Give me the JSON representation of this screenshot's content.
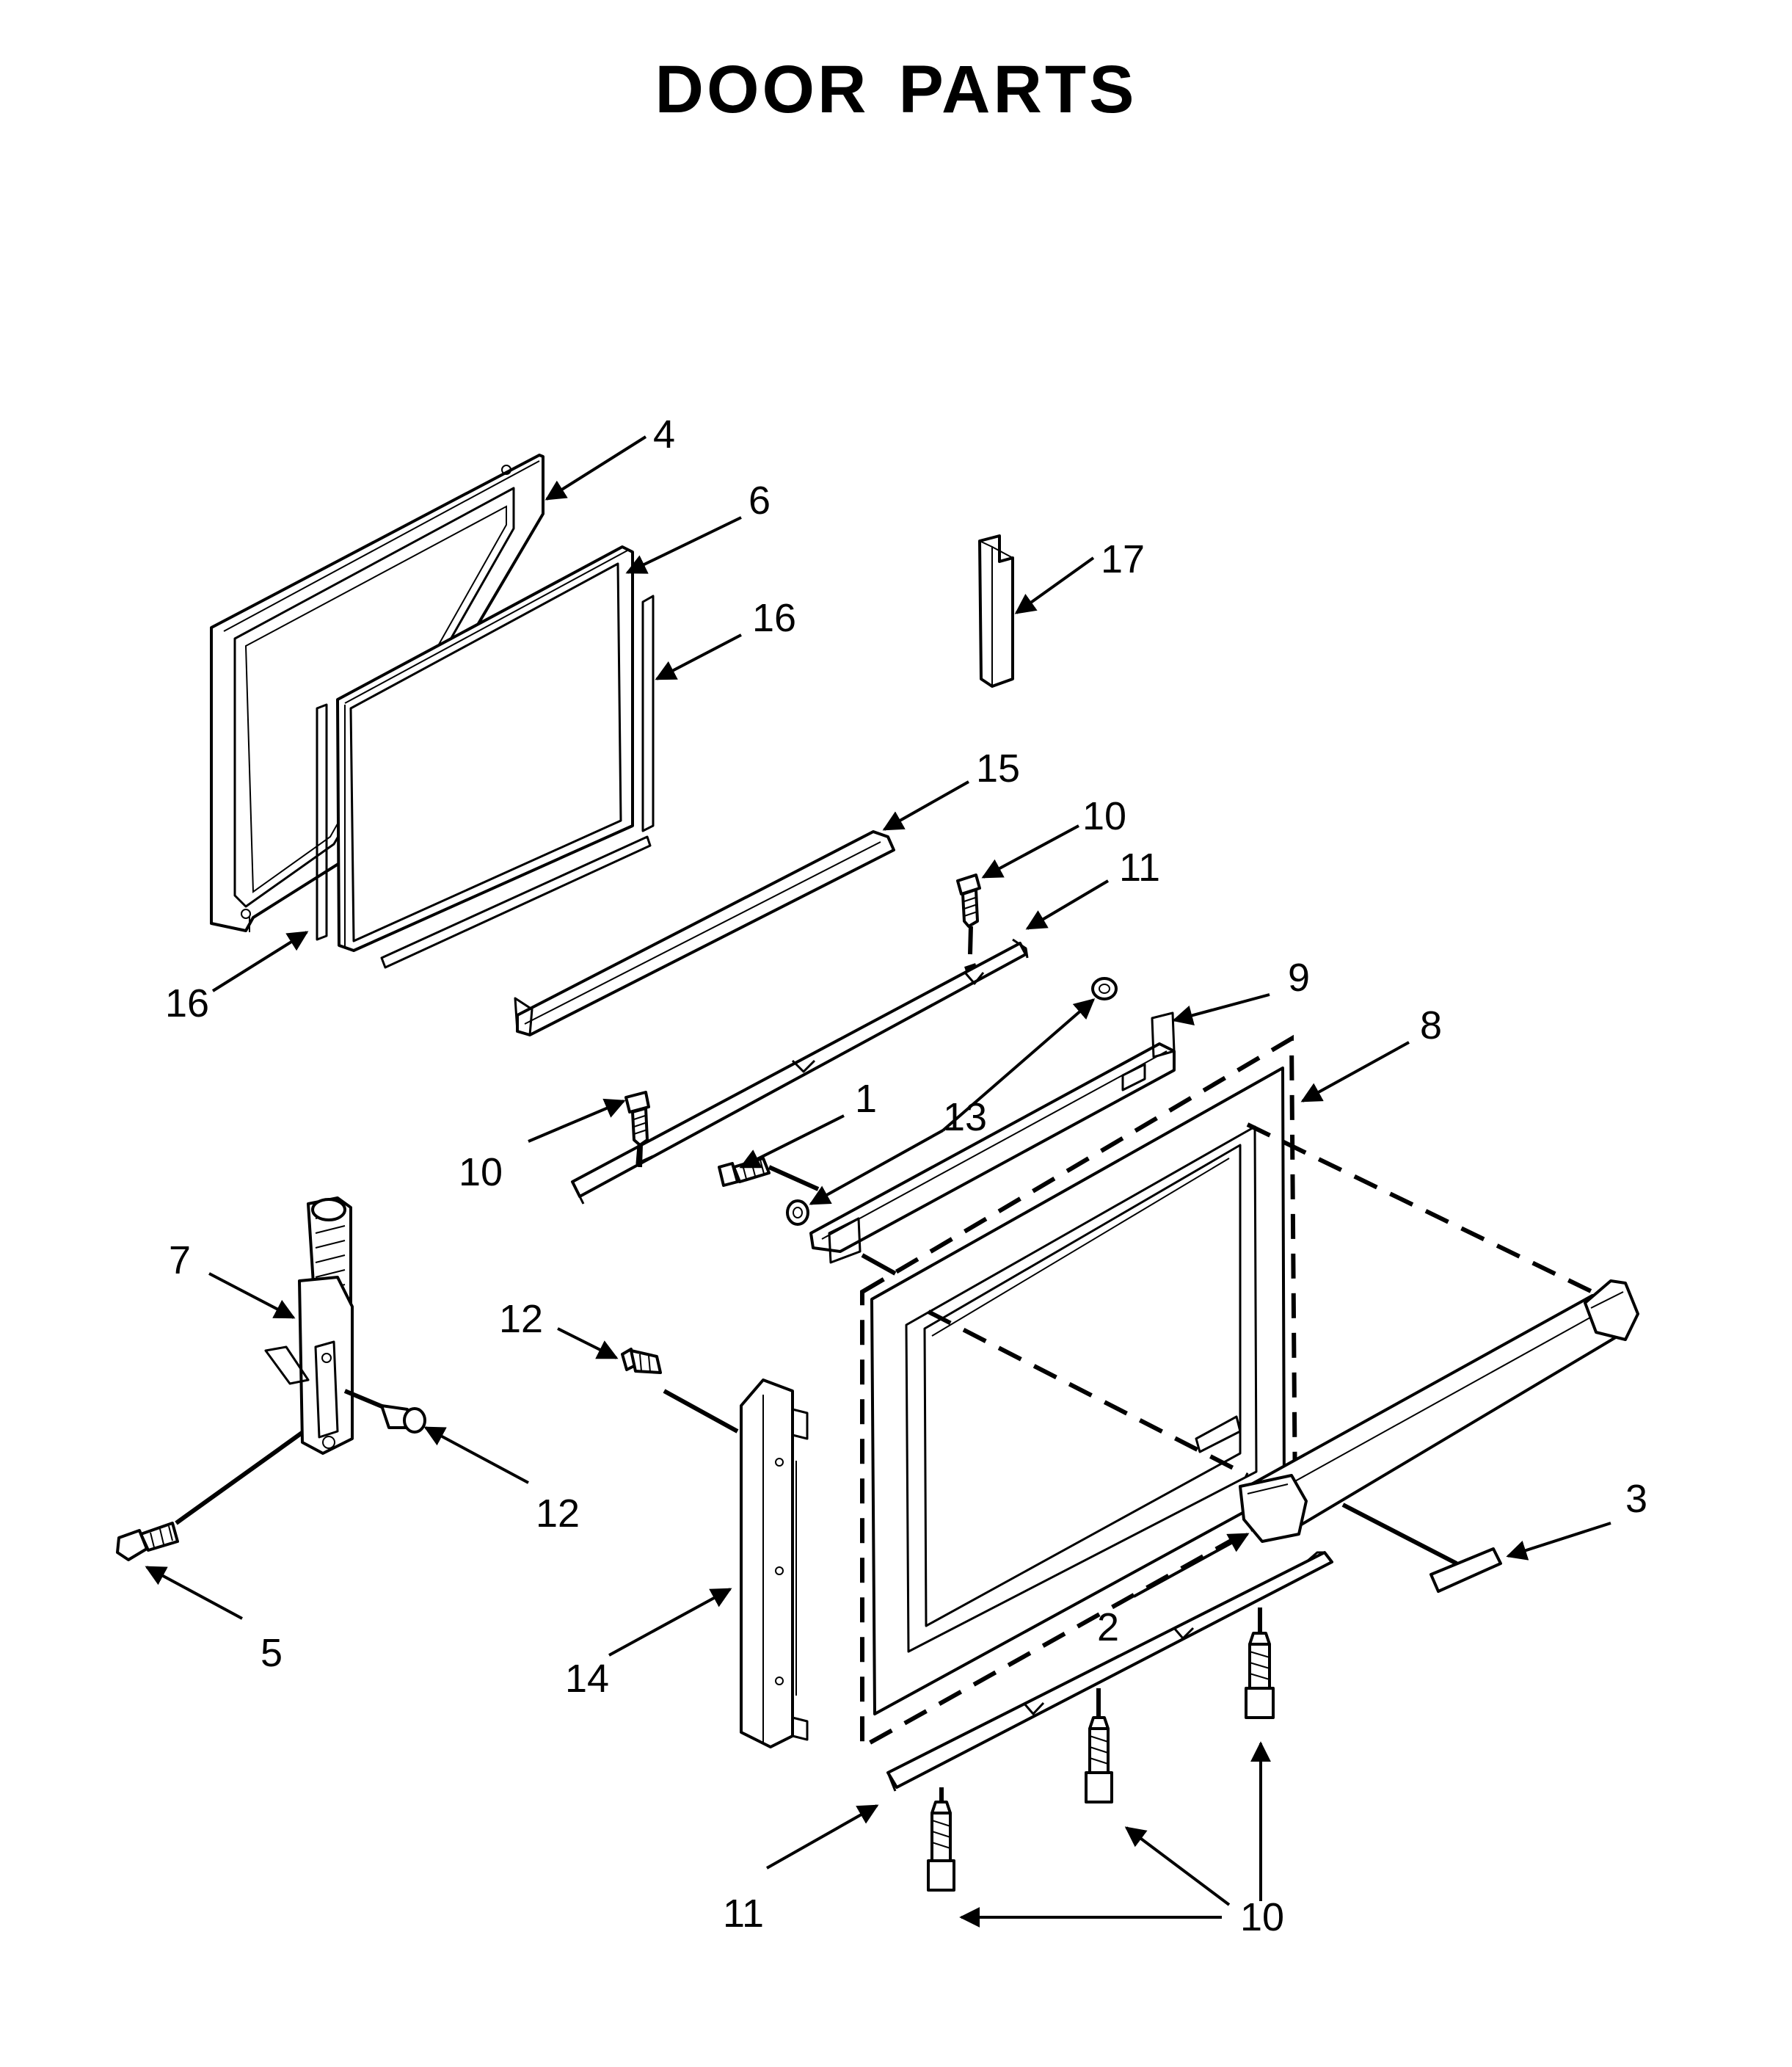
{
  "title": {
    "word1": "DOOR",
    "word2": "PARTS"
  },
  "callouts": {
    "c4": "4",
    "c6": "6",
    "c16a": "16",
    "c17": "17",
    "c16b": "16",
    "c15": "15",
    "c10a": "10",
    "c11a": "11",
    "c9": "9",
    "c8": "8",
    "c1": "1",
    "c13": "13",
    "c10b": "10",
    "c7": "7",
    "c12a": "12",
    "c12b": "12",
    "c5": "5",
    "c14": "14",
    "c3": "3",
    "c2": "2",
    "c11b": "11",
    "c10c": "10"
  }
}
